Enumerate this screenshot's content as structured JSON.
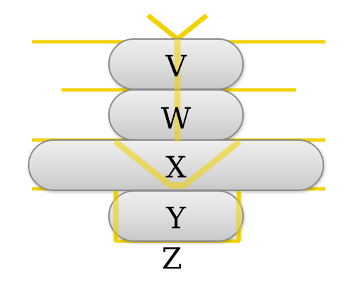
{
  "colors": {
    "line": "#f2d200",
    "line_dark": "#c9a800",
    "node_fill": "#dcdcdc",
    "node_stroke": "#8a8a8a",
    "label": "#000000"
  },
  "nodes": [
    {
      "id": "V",
      "label": "V"
    },
    {
      "id": "W",
      "label": "W"
    },
    {
      "id": "X",
      "label": "X"
    },
    {
      "id": "Y",
      "label": "Y"
    }
  ],
  "bottom_label": "Z"
}
